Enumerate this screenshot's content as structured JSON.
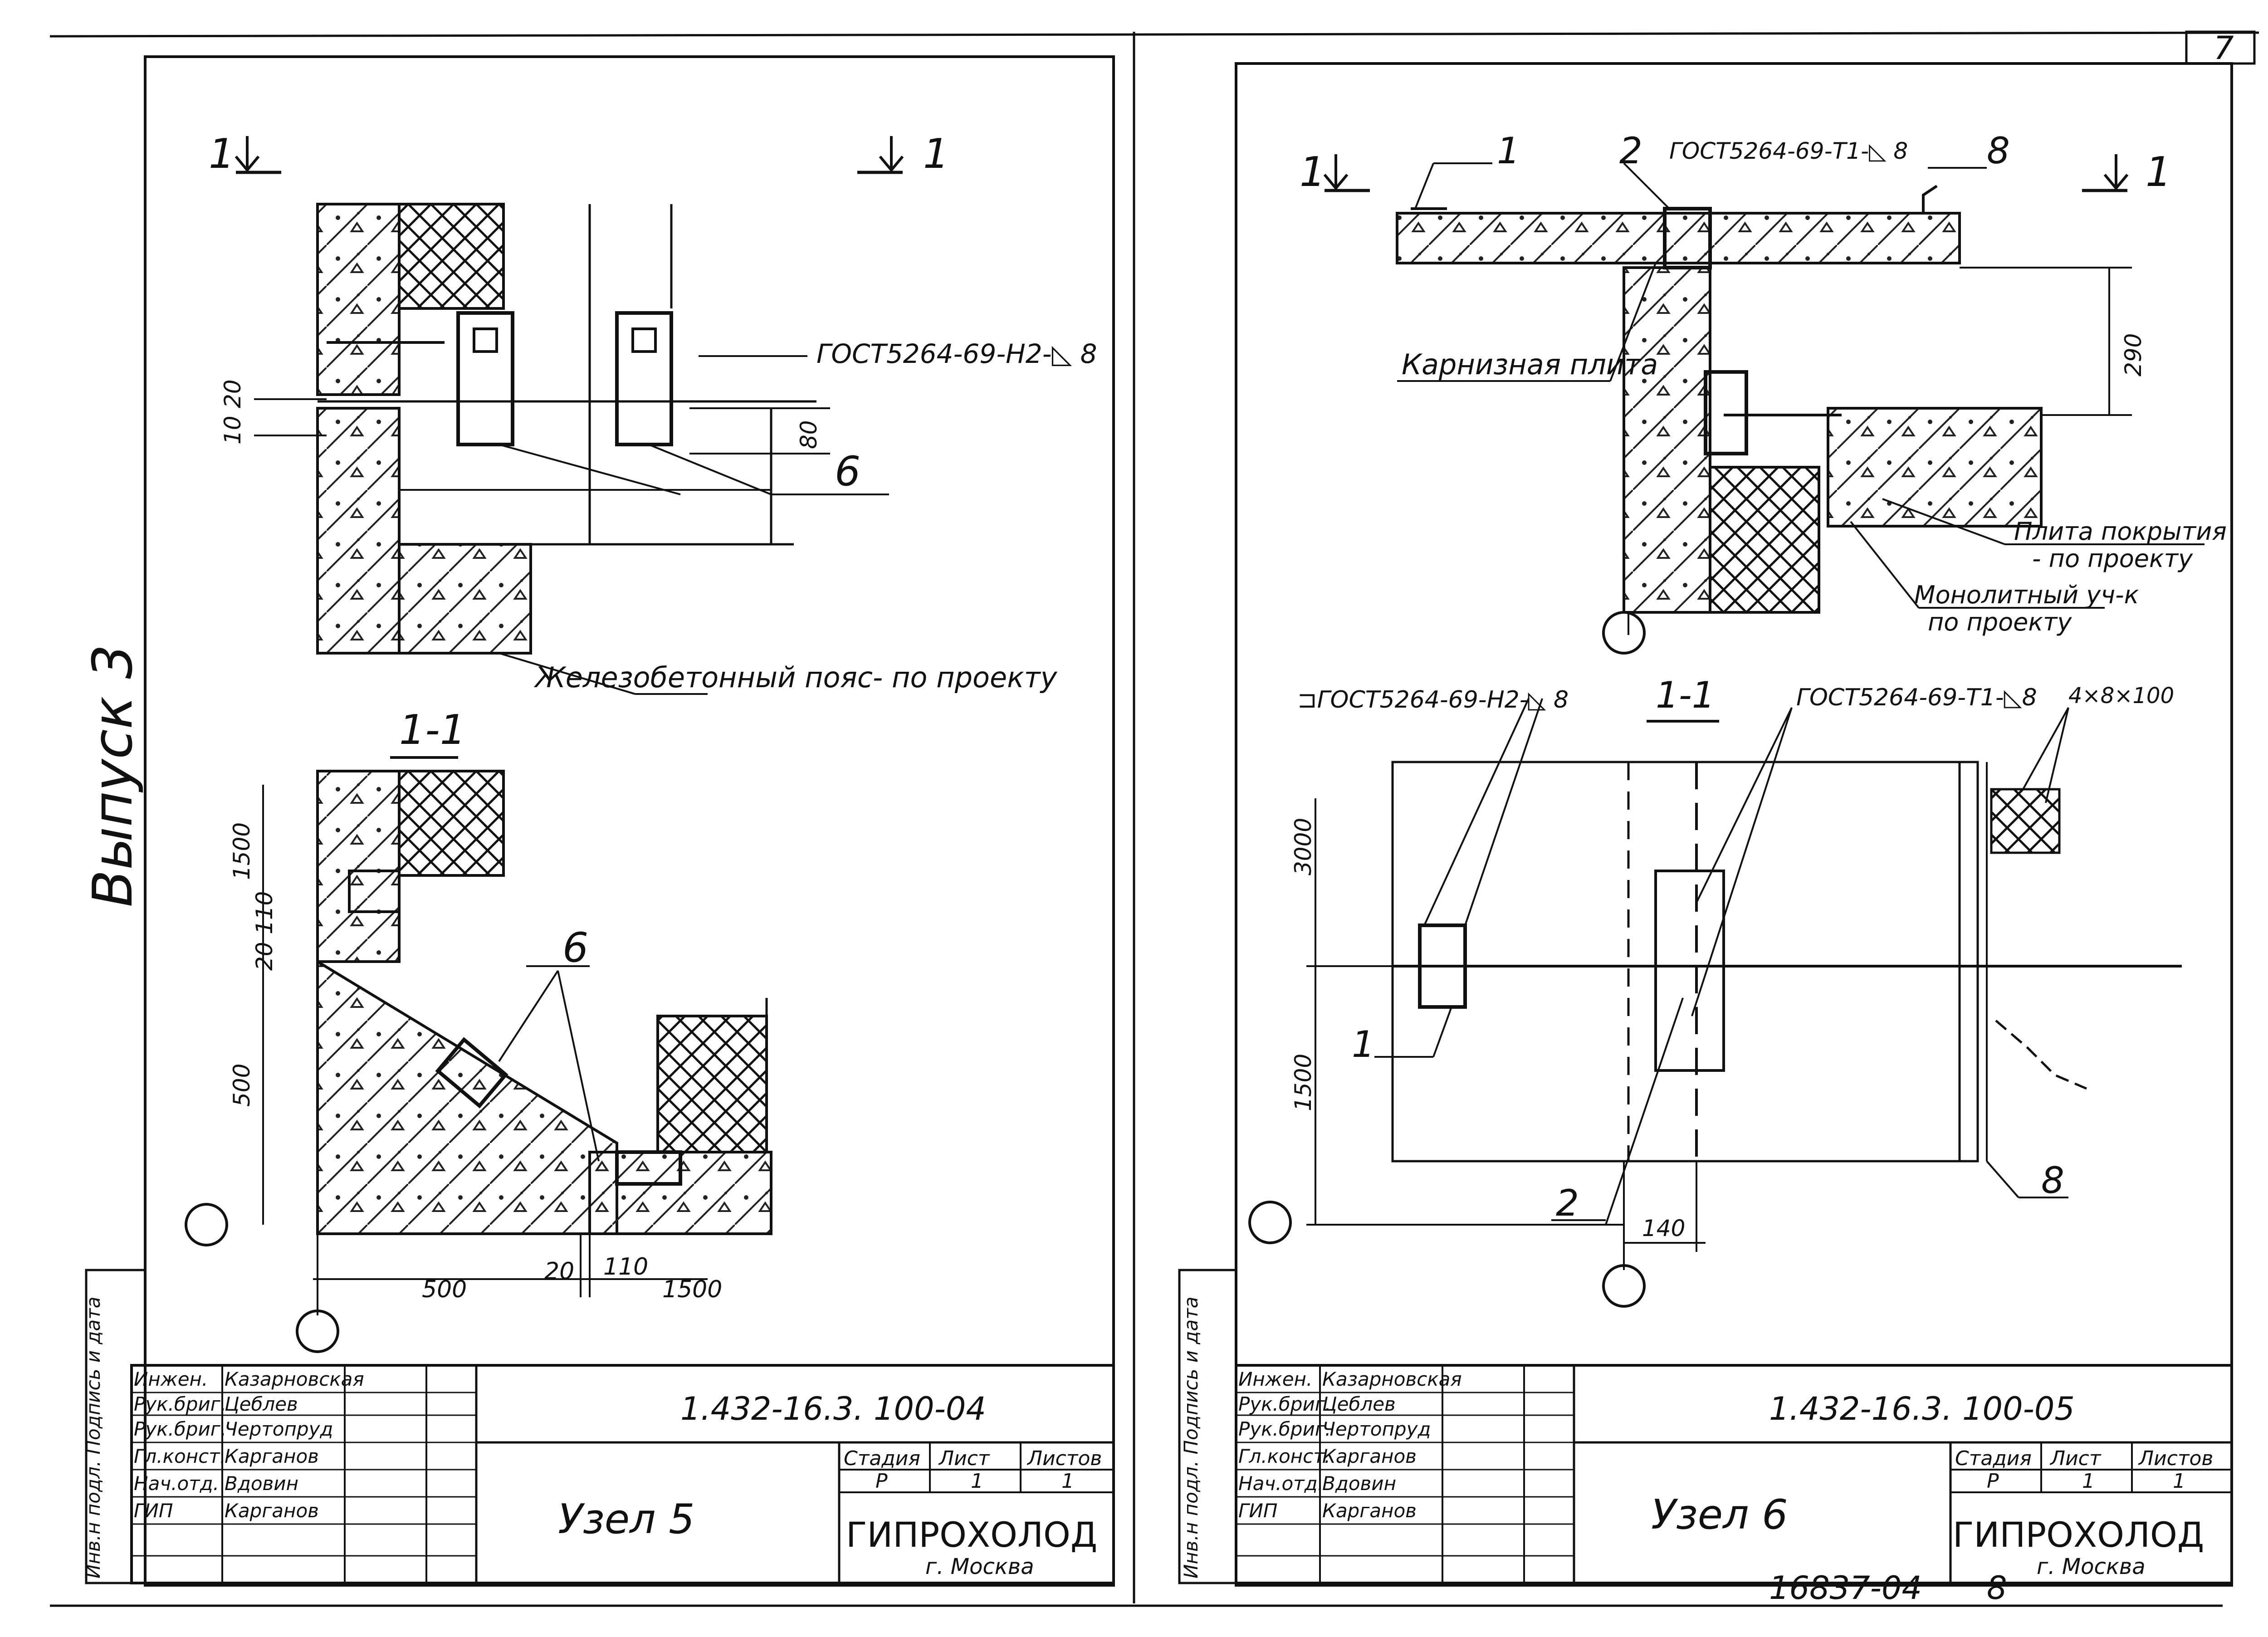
{
  "page": {
    "number": "7",
    "volume": "Выпуск 3",
    "inventory": "16837-04",
    "sheet": "8"
  },
  "sheets": [
    {
      "id": "left",
      "section_marker": "1",
      "section_title": "1-1",
      "callout_6": "6",
      "gost": "ГОСТ5264-69-Н2-◺ 8",
      "belt_note": "Железобетонный пояс- по проекту",
      "dims_plan": [
        "20",
        "10",
        "80"
      ],
      "dims_section": [
        "1500",
        "110",
        "20",
        "500",
        "500",
        "20",
        "110",
        "1500"
      ],
      "stamp": {
        "code": "1.432-16.3. 100-04",
        "title": "Узел 5",
        "stage_hdr": "Стадия",
        "sheet_hdr": "Лист",
        "sheets_hdr": "Листов",
        "stage": "Р",
        "sheet": "1",
        "sheets": "1",
        "org": "ГИПРОХОЛОД",
        "city": "г. Москва",
        "people": [
          {
            "role": "Инжен.",
            "name": "Казарновская"
          },
          {
            "role": "Рук.бриг.",
            "name": "Цеблев"
          },
          {
            "role": "Рук.бриг.",
            "name": "Чертопруд"
          },
          {
            "role": "Гл.конст.",
            "name": "Карганов"
          },
          {
            "role": "Нач.отд.",
            "name": "Вдовин"
          },
          {
            "role": "ГИП",
            "name": "Карганов"
          }
        ]
      },
      "side": "Инв.н подл. Подпись и дата"
    },
    {
      "id": "right",
      "section_marker": "1",
      "section_title": "1-1",
      "callouts": [
        "1",
        "2",
        "8",
        "1",
        "2",
        "8"
      ],
      "gost_t1": "ГОСТ5264-69-Т1-◺ 8",
      "gost_h2": "⊐ГОСТ5264-69-Н2-◺ 8",
      "gost_t1b": "ГОСТ5264-69-Т1-◺8",
      "studs": "4×8×100",
      "eaves_note": "Карнизная плита",
      "roof_note_1": "Плита покрытия",
      "roof_note_2": "- по проекту",
      "mono_note_1": "Монолитный уч-к",
      "mono_note_2": "по проекту",
      "dims": [
        "290",
        "3000",
        "1500",
        "140"
      ],
      "stamp": {
        "code": "1.432-16.3. 100-05",
        "title": "Узел 6",
        "stage_hdr": "Стадия",
        "sheet_hdr": "Лист",
        "sheets_hdr": "Листов",
        "stage": "Р",
        "sheet": "1",
        "sheets": "1",
        "org": "ГИПРОХОЛОД",
        "city": "г. Москва",
        "people": [
          {
            "role": "Инжен.",
            "name": "Казарновская"
          },
          {
            "role": "Рук.бриг.",
            "name": "Цеблев"
          },
          {
            "role": "Рук.бриг.",
            "name": "Чертопруд"
          },
          {
            "role": "Гл.конст.",
            "name": "Карганов"
          },
          {
            "role": "Нач.отд.",
            "name": "Вдовин"
          },
          {
            "role": "ГИП",
            "name": "Карганов"
          }
        ]
      },
      "side": "Инв.н подл. Подпись и дата"
    }
  ]
}
